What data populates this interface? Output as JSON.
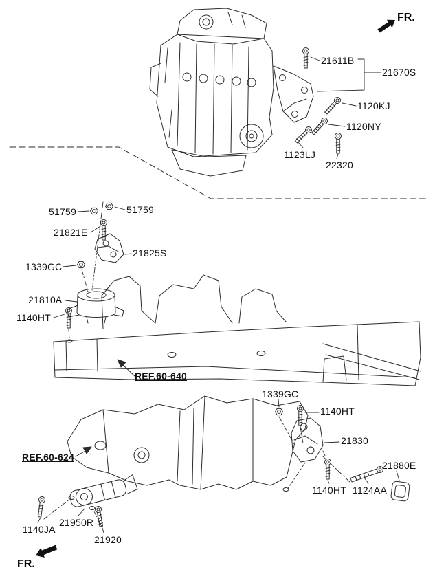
{
  "direction_markers": {
    "top_right": "FR.",
    "bottom_left": "FR."
  },
  "references": [
    {
      "id": "ref-60-640",
      "text": "REF.60-640"
    },
    {
      "id": "ref-60-624",
      "text": "REF.60-624"
    }
  ],
  "callouts": [
    {
      "id": "21611B",
      "text": "21611B"
    },
    {
      "id": "21670S",
      "text": "21670S"
    },
    {
      "id": "1120KJ",
      "text": "1120KJ"
    },
    {
      "id": "1120NY",
      "text": "1120NY"
    },
    {
      "id": "1123LJ",
      "text": "1123LJ"
    },
    {
      "id": "22320",
      "text": "22320"
    },
    {
      "id": "51759-left",
      "text": "51759"
    },
    {
      "id": "51759-right",
      "text": "51759"
    },
    {
      "id": "21821E",
      "text": "21821E"
    },
    {
      "id": "21825S",
      "text": "21825S"
    },
    {
      "id": "1339GC-upper",
      "text": "1339GC"
    },
    {
      "id": "21810A",
      "text": "21810A"
    },
    {
      "id": "1140HT-upper",
      "text": "1140HT"
    },
    {
      "id": "1339GC-lower",
      "text": "1339GC"
    },
    {
      "id": "1140HT-middle",
      "text": "1140HT"
    },
    {
      "id": "21830",
      "text": "21830"
    },
    {
      "id": "1140HT-lower",
      "text": "1140HT"
    },
    {
      "id": "1124AA",
      "text": "1124AA"
    },
    {
      "id": "21880E",
      "text": "21880E"
    },
    {
      "id": "21950R",
      "text": "21950R"
    },
    {
      "id": "1140JA",
      "text": "1140JA"
    },
    {
      "id": "21920",
      "text": "21920"
    }
  ],
  "icons": {
    "fr_arrow_top": "direction-arrow",
    "fr_arrow_bottom": "direction-arrow"
  },
  "colors": {
    "line": "#2b2b2b",
    "background": "#ffffff",
    "text": "#111111"
  }
}
